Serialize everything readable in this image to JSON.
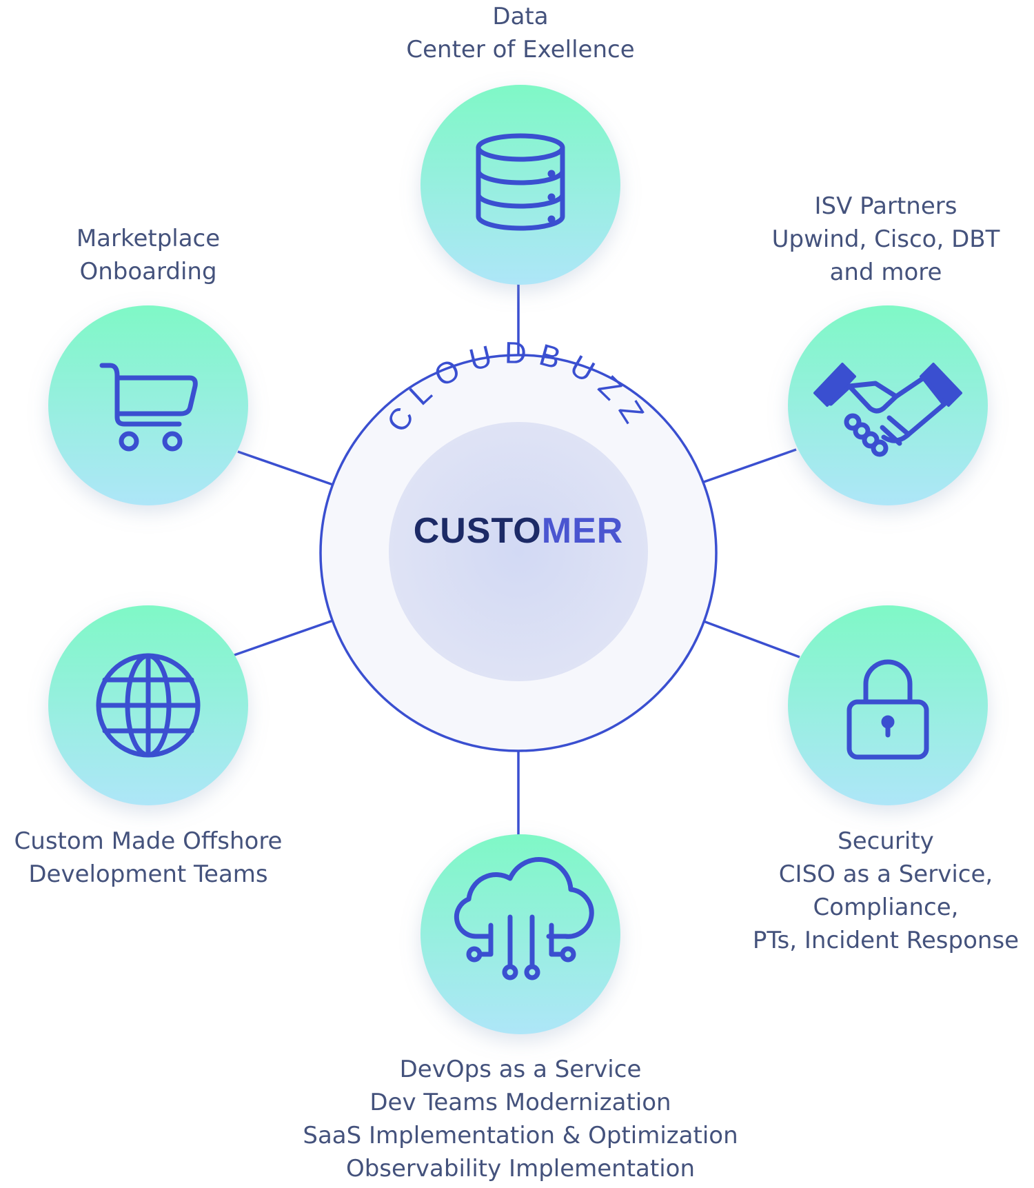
{
  "hub": {
    "ring_text": "CLOUDBUZZ",
    "title_part1": "CUSTO",
    "title_part2": "MER"
  },
  "nodes": {
    "data": {
      "icon": "database-icon",
      "lines": [
        "Data",
        "Center of Exellence"
      ]
    },
    "isv": {
      "icon": "handshake-icon",
      "lines": [
        "ISV Partners",
        "Upwind, Cisco, DBT",
        "and more"
      ]
    },
    "security": {
      "icon": "lock-icon",
      "lines": [
        "Security",
        "CISO as a Service,",
        "Compliance,",
        "PTs, Incident Response"
      ]
    },
    "devops": {
      "icon": "cloud-network-icon",
      "lines": [
        "DevOps as a Service",
        "Dev Teams Modernization",
        "SaaS Implementation & Optimization",
        "Observability Implementation"
      ]
    },
    "offshore": {
      "icon": "globe-icon",
      "lines": [
        "Custom Made Offshore",
        "Development Teams"
      ]
    },
    "marketplace": {
      "icon": "cart-icon",
      "lines": [
        "Marketplace",
        "Onboarding"
      ]
    }
  },
  "colors": {
    "accent": "#3a4fd0",
    "label_text": "#44527c",
    "node_gradient_top": "#7ff8c6",
    "node_gradient_bottom": "#a9e7f7",
    "title_dark": "#1c2a66",
    "title_blue": "#4a55d0"
  }
}
